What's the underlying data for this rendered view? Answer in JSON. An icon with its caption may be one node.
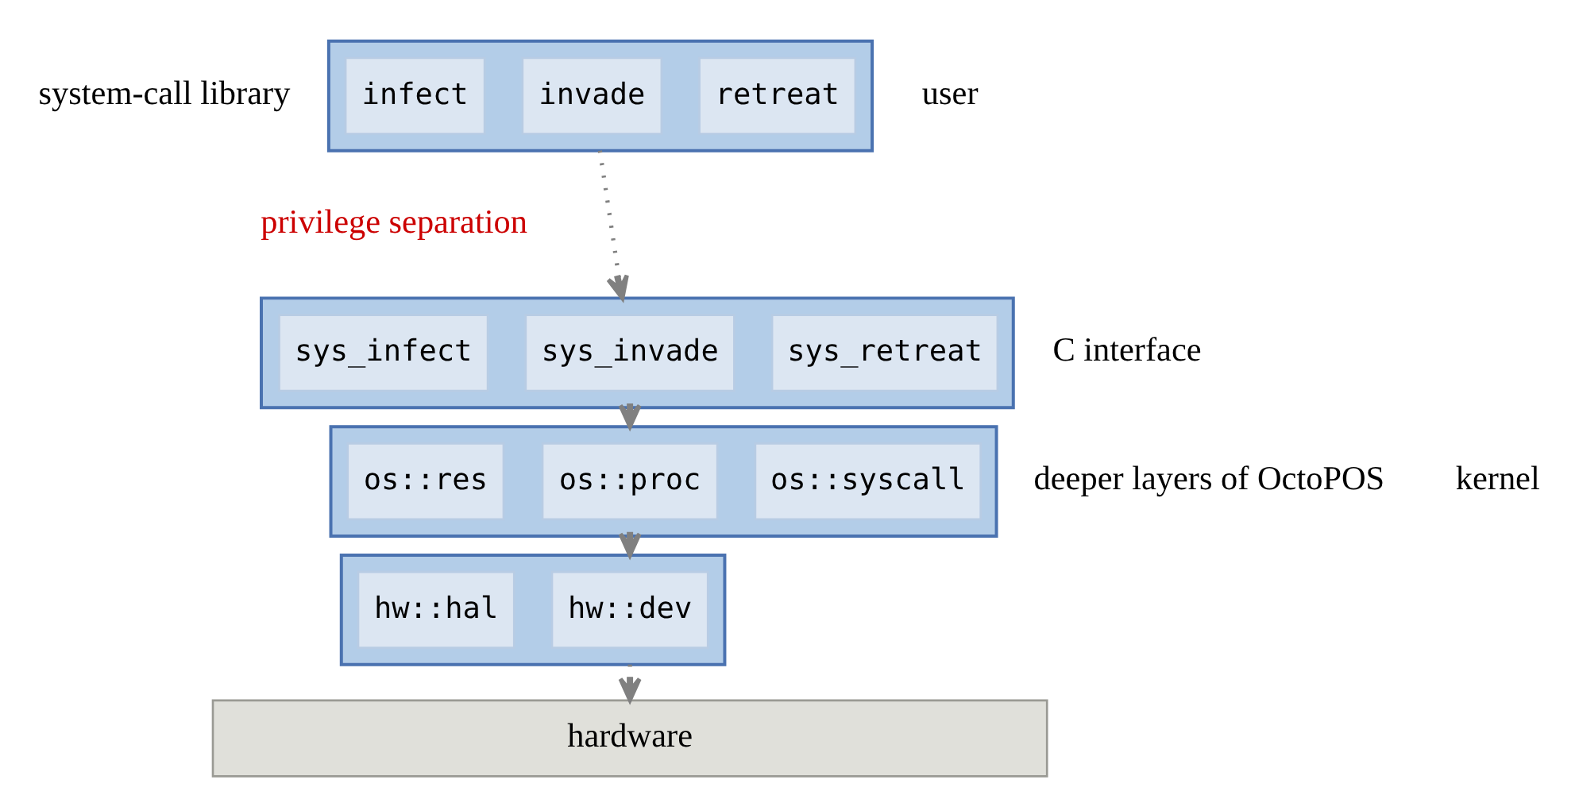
{
  "diagram": {
    "nodes": [
      {
        "text": [],
        "shape": "box"
      },
      {
        "text": [
          "infect"
        ],
        "in": 0
      },
      {
        "text": [
          "invade"
        ],
        "in": 0
      },
      {
        "text": [
          "retreat"
        ],
        "in": 0
      },
      {
        "text": [],
        "shape": "box"
      },
      {
        "text": [
          "sys_infect"
        ],
        "in": 4
      },
      {
        "text": [
          "sys_invade"
        ],
        "in": 4
      },
      {
        "text": [
          "sys_retreat"
        ],
        "in": 4
      },
      {
        "text": [],
        "shape": "box"
      },
      {
        "text": [
          "os::res"
        ],
        "in": 8
      },
      {
        "text": [
          "os::proc"
        ],
        "in": 8
      },
      {
        "text": [
          "os::syscall"
        ],
        "in": 8
      },
      {
        "text": [],
        "shape": "box"
      },
      {
        "text": [
          "hw::hal"
        ],
        "in": 12
      },
      {
        "text": [
          "hw::dev"
        ],
        "in": 12
      },
      {
        "text": [
          "hardware"
        ]
      }
    ],
    "edges": [
      {
        "from": 0,
        "to": 4,
        "arrow": "to",
        "style": "dashed"
      },
      {
        "from": 4,
        "to": 8,
        "arrow": "to"
      },
      {
        "from": 8,
        "to": 12,
        "arrow": "to"
      },
      {
        "from": 12,
        "to": 15,
        "arrow": "to",
        "style": "dashed"
      }
    ],
    "labels": [
      "system-call library",
      "privilege separation",
      "C interface",
      "deeper layers of OctoPOS",
      "user",
      "kernel"
    ]
  }
}
